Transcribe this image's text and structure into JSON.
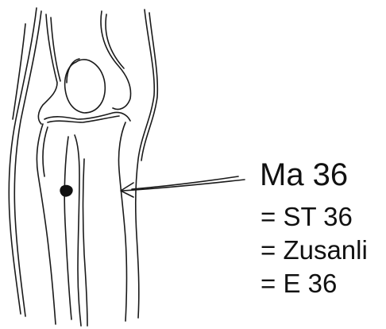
{
  "acupoint": {
    "main_label": "Ma 36",
    "aliases": [
      "= ST 36",
      "= Zusanli",
      "= E 36"
    ]
  },
  "colors": {
    "ink": "#111111",
    "background": "#ffffff"
  },
  "icons": {
    "drawing": "knee-leg-sketch",
    "marker": "acupoint-dot",
    "pointer": "arrow-left"
  }
}
